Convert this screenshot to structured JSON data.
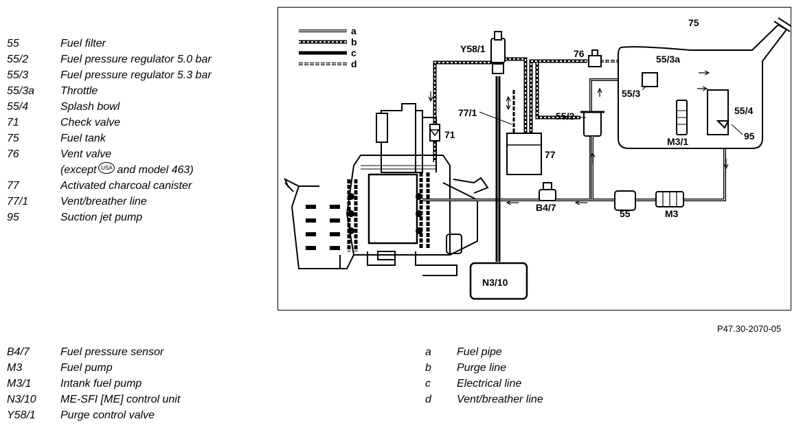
{
  "legend_top": [
    {
      "code": "55",
      "desc": "Fuel filter"
    },
    {
      "code": "55/2",
      "desc": "Fuel pressure regulator 5.0 bar"
    },
    {
      "code": "55/3",
      "desc": "Fuel pressure regulator 5.3 bar"
    },
    {
      "code": "55/3a",
      "desc": "Throttle"
    },
    {
      "code": "55/4",
      "desc": "Splash bowl"
    },
    {
      "code": "71",
      "desc": "Check valve"
    },
    {
      "code": "75",
      "desc": "Fuel tank"
    },
    {
      "code": "76",
      "desc": "Vent valve",
      "note_pre": "(except",
      "note_badge": "USA",
      "note_post": "and model 463)"
    },
    {
      "code": "77",
      "desc": "Activated charcoal canister"
    },
    {
      "code": "77/1",
      "desc": "Vent/breather line"
    },
    {
      "code": "95",
      "desc": "Suction jet pump"
    }
  ],
  "legend_bottom": [
    {
      "code": "B4/7",
      "desc": "Fuel pressure sensor"
    },
    {
      "code": "M3",
      "desc": "Fuel pump"
    },
    {
      "code": "M3/1",
      "desc": "Intank fuel pump"
    },
    {
      "code": "N3/10",
      "desc": "ME-SFI [ME] control unit"
    },
    {
      "code": "Y58/1",
      "desc": "Purge control valve"
    }
  ],
  "legend_lines": [
    {
      "code": "a",
      "desc": "Fuel pipe"
    },
    {
      "code": "b",
      "desc": "Purge line"
    },
    {
      "code": "c",
      "desc": "Electrical line"
    },
    {
      "code": "d",
      "desc": "Vent/breather line"
    }
  ],
  "reference_code": "P47.30-2070-05",
  "diagram": {
    "key_letters": [
      "a",
      "b",
      "c",
      "d"
    ],
    "labels": {
      "y58_1": "Y58/1",
      "l76": "76",
      "l75": "75",
      "l55_3a": "55/3a",
      "l55_3": "55/3",
      "l71": "71",
      "l77_1": "77/1",
      "l55_2": "55/2",
      "l55_4": "55/4",
      "m3_1": "M3/1",
      "l95": "95",
      "l77": "77",
      "b4_7": "B4/7",
      "l55": "55",
      "m3": "M3",
      "n3_10": "N3/10"
    }
  }
}
